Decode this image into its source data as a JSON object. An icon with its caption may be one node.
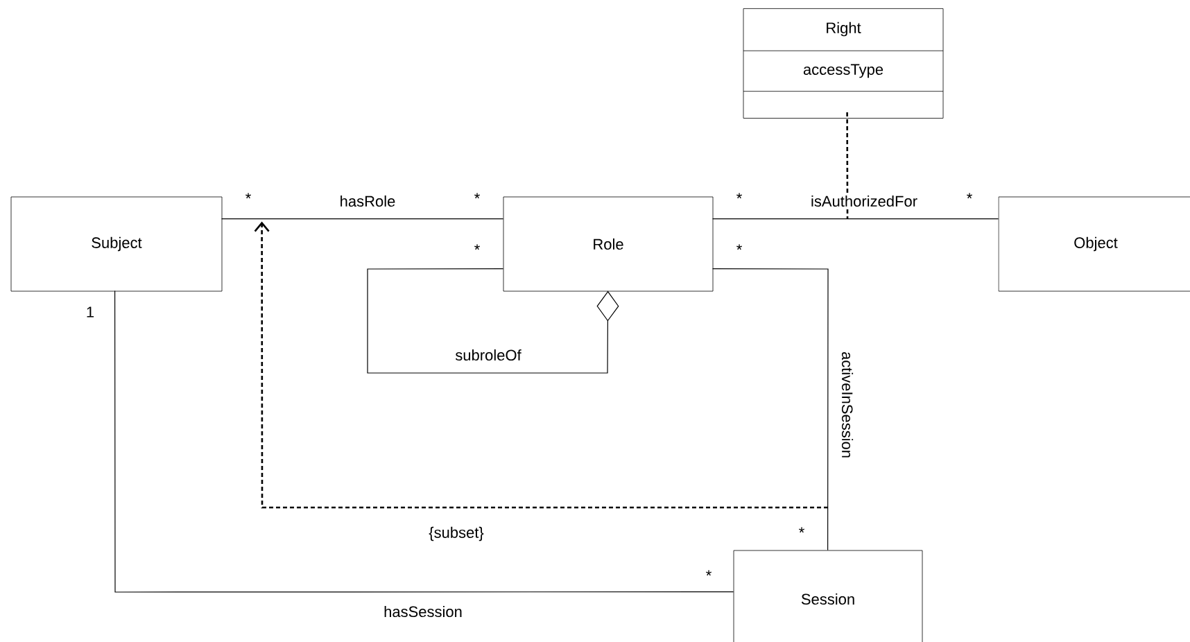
{
  "diagram": {
    "nodes": [
      {
        "text": [
          "Subject"
        ]
      },
      {
        "text": [
          "Role"
        ]
      },
      {
        "text": [
          "Object"
        ]
      },
      {
        "text": [
          "Right",
          "accessType"
        ]
      },
      {
        "text": [
          "Session"
        ]
      }
    ],
    "edges": [
      {
        "from": 0,
        "to": 1,
        "arrow": "none",
        "label": "hasRole"
      },
      {
        "from": 1,
        "to": 2,
        "arrow": "none",
        "label": "isAuthorizedFor"
      },
      {
        "from": 1,
        "to": 1,
        "arrow": "other",
        "label": "subroleOf"
      },
      {
        "from": 1,
        "to": 4,
        "arrow": "none",
        "label": "activeInSession"
      },
      {
        "from": 0,
        "to": 4,
        "arrow": "none",
        "label": "hasSession"
      },
      {
        "from": 3,
        "to": null,
        "arrow": "none",
        "style": "dashed"
      },
      {
        "from": null,
        "to": 0,
        "arrow": "to",
        "style": "dashed",
        "label": "{subset}"
      }
    ],
    "labels": [
      "*",
      "*",
      "*",
      "*",
      "*",
      "*",
      "1",
      "*",
      "*"
    ]
  }
}
